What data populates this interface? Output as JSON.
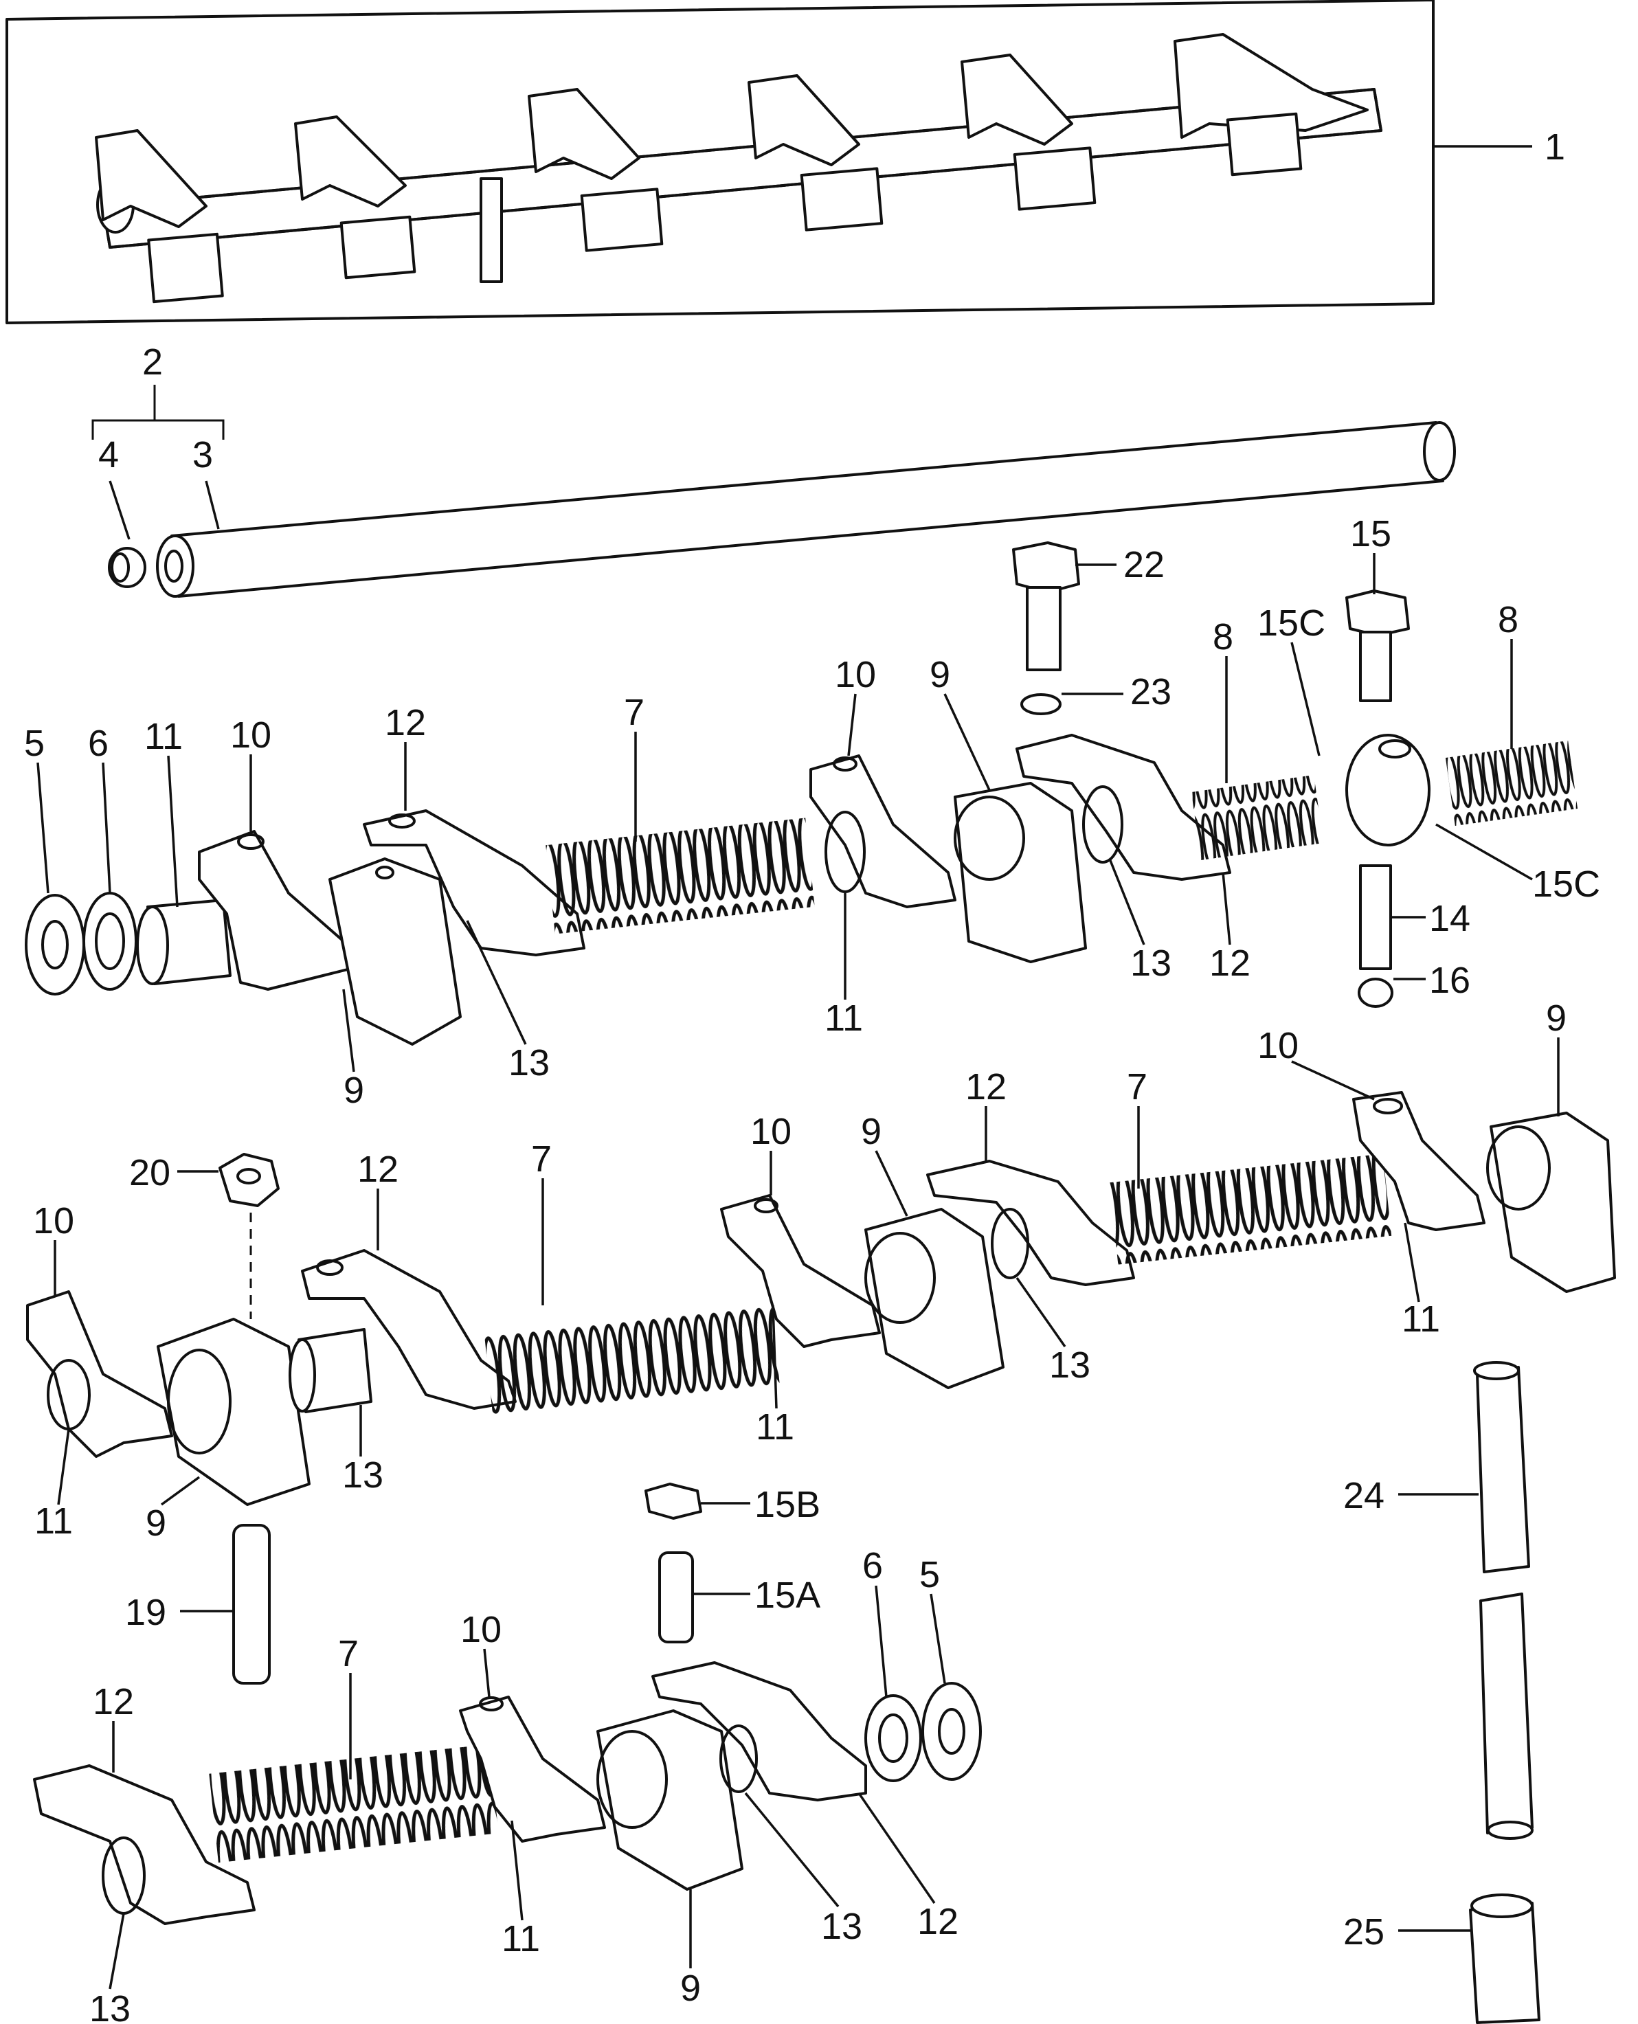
{
  "diagram": {
    "callouts": {
      "c1": "1",
      "c2": "2",
      "c3": "3",
      "c4": "4",
      "r1_5": "5",
      "r1_6": "6",
      "r1_11a": "11",
      "r1_10a": "10",
      "r1_12a": "12",
      "r1_7": "7",
      "r1_10b": "10",
      "r1_9b": "9",
      "r1_8a": "8",
      "r1_15Ca": "15C",
      "r1_8b": "8",
      "r1_22": "22",
      "r1_23": "23",
      "r1_15": "15",
      "r1_9a": "9",
      "r1_13a": "13",
      "r1_11b": "11",
      "r1_13b": "13",
      "r1_12b": "12",
      "r1_15Cb": "15C",
      "r1_14": "14",
      "r1_16": "16",
      "r2_20": "20",
      "r2_10a": "10",
      "r2_12a": "12",
      "r2_7a": "7",
      "r2_10b": "10",
      "r2_9a": "9",
      "r2_12b": "12",
      "r2_7b": "7",
      "r2_10c": "10",
      "r2_9b": "9",
      "r2_11a": "11",
      "r2_9c": "9",
      "r2_13a": "13",
      "r2_11b": "11",
      "r2_13b": "13",
      "r2_11c": "11",
      "r3_19": "19",
      "r3_15B": "15B",
      "r3_15A": "15A",
      "r3_24": "24",
      "r3_12a": "12",
      "r3_7": "7",
      "r3_10": "10",
      "r3_6": "6",
      "r3_5": "5",
      "r3_13a": "13",
      "r3_11": "11",
      "r3_9": "9",
      "r3_13b": "13",
      "r3_12b": "12",
      "r3_25": "25"
    }
  }
}
